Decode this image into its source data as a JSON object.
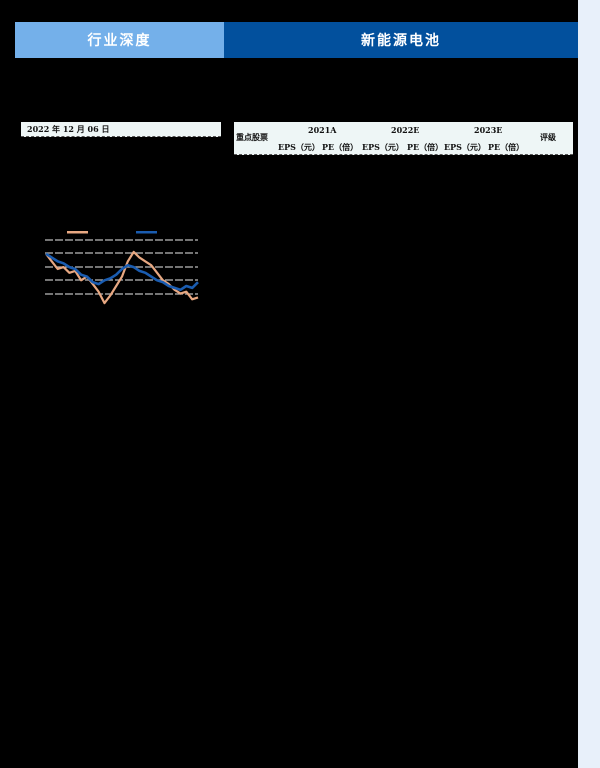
{
  "header": {
    "category": "行业深度",
    "sector": "新能源电池"
  },
  "date": "2022 年 12 月 06 日",
  "stock_table": {
    "row_header": "重点股票",
    "rating_header": "评级",
    "years": [
      "2021A",
      "2022E",
      "2023E"
    ],
    "sub_headers": [
      "EPS（元）",
      "PE（倍）",
      "EPS（元）",
      "PE（倍）",
      "EPS（元）",
      "PE（倍）"
    ]
  },
  "colors": {
    "header_light": "#74B0EA",
    "header_dark": "#02509D",
    "series_orange": "#E8A882",
    "series_blue": "#1A5CB0",
    "side_strip": "#E8F0FA"
  },
  "chart_data": {
    "type": "line",
    "title": "",
    "xlabel": "",
    "ylabel": "",
    "grid": true,
    "legend_position": "top",
    "legend": [
      "",
      ""
    ],
    "series": [
      {
        "name": "",
        "color": "#E8A882",
        "values": [
          100,
          96,
          92,
          93,
          90,
          91,
          86,
          88,
          84,
          80,
          74,
          78,
          83,
          88,
          96,
          101,
          98,
          96,
          94,
          90,
          86,
          84,
          81,
          79,
          80,
          76,
          77
        ]
      },
      {
        "name": "",
        "color": "#1A5CB0",
        "values": [
          100,
          98,
          96,
          95,
          93,
          92,
          89,
          88,
          85,
          84,
          86,
          87,
          89,
          92,
          94,
          93,
          91,
          90,
          88,
          86,
          85,
          83,
          82,
          81,
          83,
          82,
          85
        ]
      }
    ]
  }
}
